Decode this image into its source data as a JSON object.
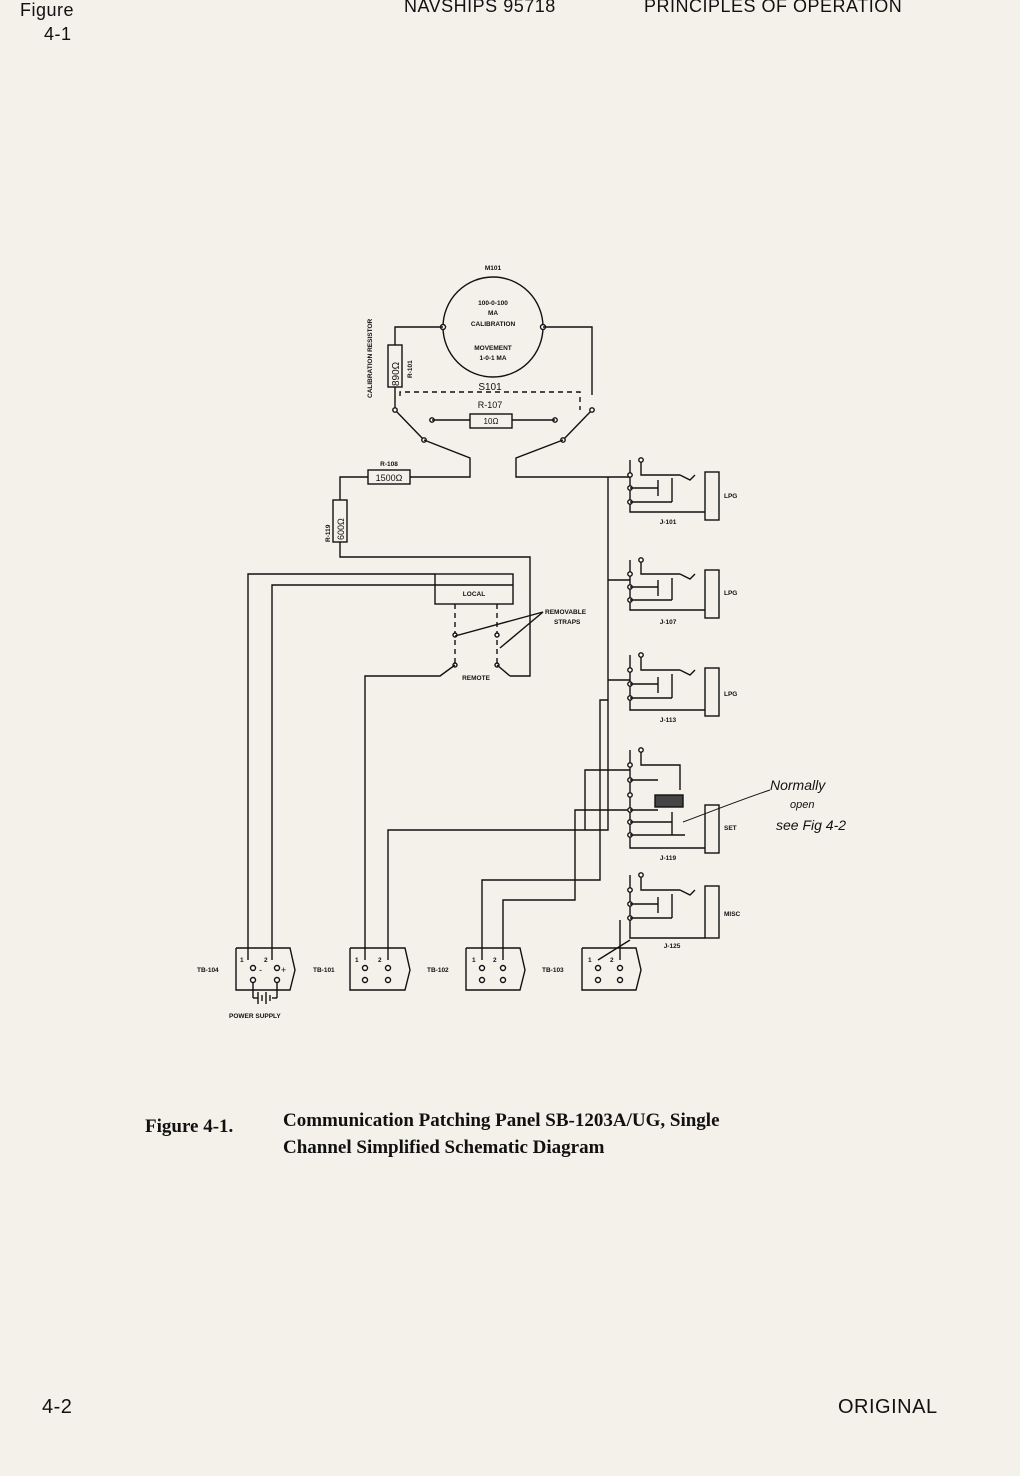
{
  "header": {
    "figure_label": "Figure",
    "figure_number": "4-1",
    "document_id": "NAVSHIPS 95718",
    "section_title": "PRINCIPLES OF OPERATION"
  },
  "footer": {
    "page_number": "4-2",
    "edition": "ORIGINAL"
  },
  "caption": {
    "label": "Figure 4-1.",
    "line1": "Communication Patching Panel SB-1203A/UG, Single",
    "line2": "Channel Simplified Schematic Diagram"
  },
  "meter": {
    "designator": "M101",
    "line1": "100-0-100",
    "line2": "MA",
    "line3": "CALIBRATION",
    "line4": "MOVEMENT",
    "line5": "1-0-1 MA"
  },
  "components": {
    "cal_resistor_label": "CALIBRATION RESISTOR",
    "r101_value": "890Ω",
    "r101_id": "R-101",
    "switch_id": "S101",
    "r107_id": "R-107",
    "r107_value": "10Ω",
    "r108_id": "R-108",
    "r108_value": "1500Ω",
    "r119_id": "R-119",
    "r119_value": "600Ω"
  },
  "straps": {
    "local": "LOCAL",
    "remote": "REMOTE",
    "removable": "REMOVABLE",
    "straps": "STRAPS"
  },
  "jacks": [
    {
      "id": "J-101",
      "label": "LPG"
    },
    {
      "id": "J-107",
      "label": "LPG"
    },
    {
      "id": "J-113",
      "label": "LPG"
    },
    {
      "id": "J-119",
      "label": "SET"
    },
    {
      "id": "J-125",
      "label": "MISC"
    }
  ],
  "terminal_boards": [
    {
      "id": "TB-104"
    },
    {
      "id": "TB-101"
    },
    {
      "id": "TB-102"
    },
    {
      "id": "TB-103"
    }
  ],
  "terminal_pins": {
    "one": "1",
    "two": "2",
    "minus": "-",
    "plus": "+"
  },
  "power_supply": "POWER SUPPLY",
  "handwritten_note": [
    "Normally",
    "open",
    "see Fig 4-2"
  ]
}
